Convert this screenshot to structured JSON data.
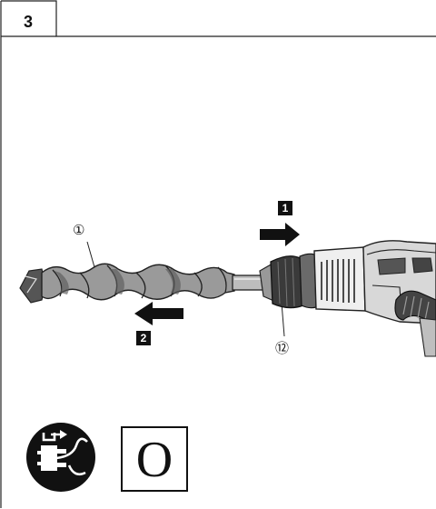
{
  "figure": {
    "number": "3",
    "steps": {
      "insert": "1",
      "remove": "2"
    },
    "callouts": {
      "bit": "①",
      "chuck": "⑫"
    },
    "mode_letter": "O",
    "icons": [
      "drill-bit-icon",
      "rotary-hammer-icon",
      "unplug-icon",
      "mode-o-icon"
    ]
  }
}
